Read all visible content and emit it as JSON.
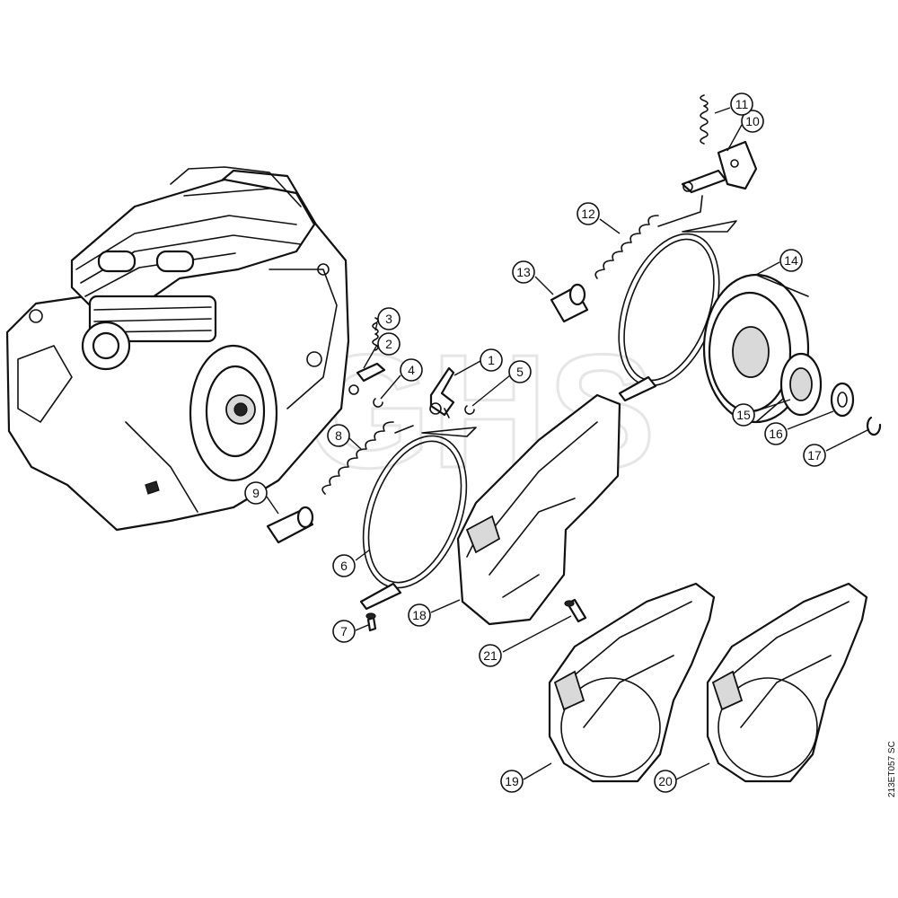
{
  "drawing_code": "213ET057 SC",
  "watermark_text": "GHS",
  "callouts": [
    {
      "id": "callout-1",
      "label": "1"
    },
    {
      "id": "callout-2",
      "label": "2"
    },
    {
      "id": "callout-3",
      "label": "3"
    },
    {
      "id": "callout-4",
      "label": "4"
    },
    {
      "id": "callout-5",
      "label": "5"
    },
    {
      "id": "callout-6",
      "label": "6"
    },
    {
      "id": "callout-7",
      "label": "7"
    },
    {
      "id": "callout-8",
      "label": "8"
    },
    {
      "id": "callout-9",
      "label": "9"
    },
    {
      "id": "callout-10",
      "label": "10"
    },
    {
      "id": "callout-11",
      "label": "11"
    },
    {
      "id": "callout-12",
      "label": "12"
    },
    {
      "id": "callout-13",
      "label": "13"
    },
    {
      "id": "callout-14",
      "label": "14"
    },
    {
      "id": "callout-15",
      "label": "15"
    },
    {
      "id": "callout-16",
      "label": "16"
    },
    {
      "id": "callout-17",
      "label": "17"
    },
    {
      "id": "callout-18",
      "label": "18"
    },
    {
      "id": "callout-19",
      "label": "19"
    },
    {
      "id": "callout-20",
      "label": "20"
    },
    {
      "id": "callout-21",
      "label": "21"
    }
  ],
  "colors": {
    "line": "#111111",
    "background": "#ffffff",
    "watermark": "#e6e6e6"
  }
}
